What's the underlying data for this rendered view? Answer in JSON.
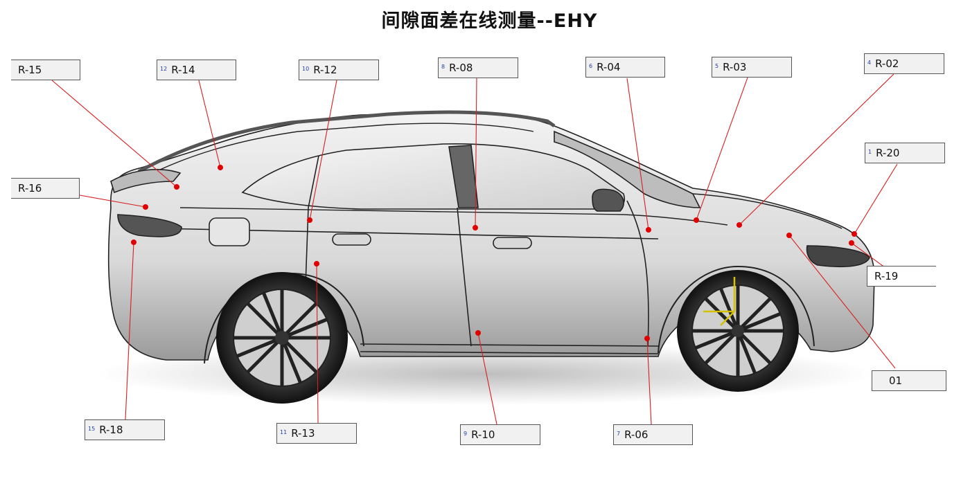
{
  "title": "间隙面差在线测量--EHY",
  "labels": [
    {
      "id": "R-15",
      "index": "",
      "name": "R-15"
    },
    {
      "id": "R-14",
      "index": "12",
      "name": "R-14"
    },
    {
      "id": "R-12",
      "index": "10",
      "name": "R-12"
    },
    {
      "id": "R-08",
      "index": "8",
      "name": "R-08"
    },
    {
      "id": "R-04",
      "index": "6",
      "name": "R-04"
    },
    {
      "id": "R-03",
      "index": "5",
      "name": "R-03"
    },
    {
      "id": "R-02",
      "index": "4",
      "name": "R-02"
    },
    {
      "id": "R-20",
      "index": "1",
      "name": "R-20"
    },
    {
      "id": "R-16",
      "index": "",
      "name": "R-16"
    },
    {
      "id": "R-19",
      "index": "",
      "name": "R-19"
    },
    {
      "id": "R-01",
      "index": "",
      "name": "01"
    },
    {
      "id": "R-18",
      "index": "15",
      "name": "R-18"
    },
    {
      "id": "R-13",
      "index": "11",
      "name": "R-13"
    },
    {
      "id": "R-10",
      "index": "9",
      "name": "R-10"
    },
    {
      "id": "R-06",
      "index": "7",
      "name": "R-06"
    }
  ],
  "colors": {
    "leader_line": "#d81e1e",
    "point": "#e00000",
    "label_bg": "#f1f1f1",
    "label_border": "#555555",
    "index_text": "#1f3fa8"
  }
}
